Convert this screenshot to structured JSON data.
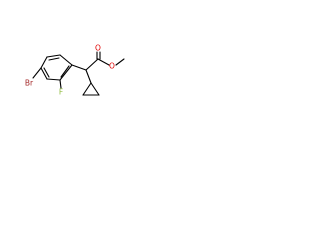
{
  "molecule": {
    "atoms": {
      "bromine": "Br",
      "fluorine": "F",
      "ester_carbonyl_oxygen": "O",
      "ester_ether_oxygen": "O"
    },
    "colors": {
      "bond": "#000000",
      "bromine": "#a52a2a",
      "fluorine": "#8fbc3f",
      "oxygen": "#e00000",
      "background": "#ffffff"
    }
  }
}
